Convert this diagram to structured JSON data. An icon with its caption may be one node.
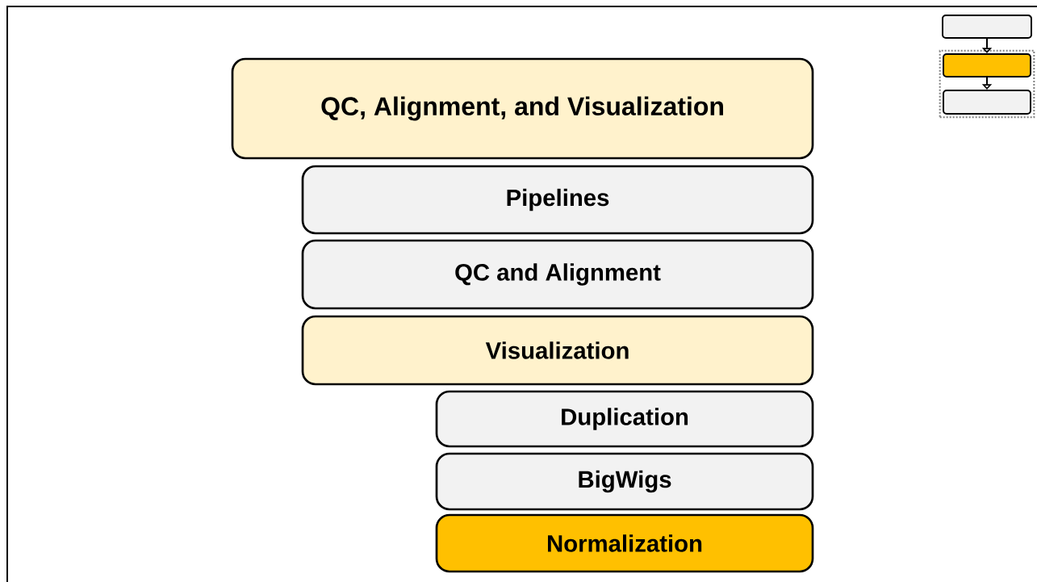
{
  "diagram": {
    "nodes": [
      {
        "text": [
          "QC, Alignment, and Visualization"
        ]
      },
      {
        "text": [
          "Pipelines"
        ]
      },
      {
        "text": [
          "QC and Alignment"
        ]
      },
      {
        "text": [
          "Visualization"
        ]
      },
      {
        "text": [
          "Duplication"
        ]
      },
      {
        "text": [
          "BigWigs"
        ]
      },
      {
        "text": [
          "Normalization"
        ]
      },
      {
        "text": [],
        "shape": "box"
      },
      {
        "text": [],
        "shape": "box"
      },
      {
        "text": [],
        "shape": "box",
        "in": 8
      },
      {
        "text": [],
        "shape": "box",
        "in": 8
      }
    ],
    "edges": [
      {
        "from": 7,
        "to": 9,
        "arrow": "to"
      },
      {
        "from": 9,
        "to": 10,
        "arrow": "to"
      }
    ]
  }
}
